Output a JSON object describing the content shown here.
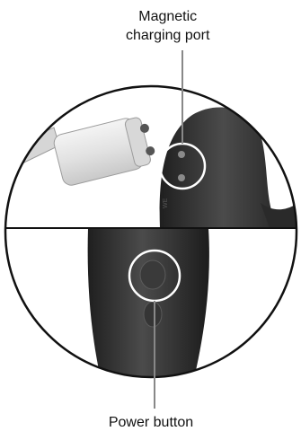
{
  "callouts": {
    "top": {
      "line1": "Magnetic",
      "line2": "charging port"
    },
    "bottom": {
      "text": "Power button"
    }
  },
  "colors": {
    "background": "#ffffff",
    "outline": "#111111",
    "device": "#2b2b2b",
    "device_highlight": "#4a4a4a",
    "charger": "#e6e6e6",
    "pin": "#7a7a7a",
    "callout_ring": "#ffffff"
  }
}
